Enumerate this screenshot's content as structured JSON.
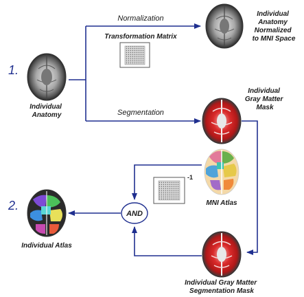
{
  "steps": {
    "one": "1.",
    "two": "2."
  },
  "labels": {
    "normalization": "Normalization",
    "transformation_matrix": "Transformation Matrix",
    "segmentation": "Segmentation",
    "individual_anatomy": [
      "Individual",
      "Anatomy"
    ],
    "normalized_anatomy": [
      "Individual",
      "Anatomy",
      "Normalized",
      "to MNI Space"
    ],
    "gm_mask": [
      "Individual",
      "Gray Matter",
      "Mask"
    ],
    "mni_atlas": "MNI Atlas",
    "and_node": "AND",
    "inverse_exponent": "-1",
    "individual_atlas": "Individual Atlas",
    "gm_seg_mask": [
      "Individual Gray Matter",
      "Segmentation Mask"
    ]
  },
  "colors": {
    "arrow": "#1f2f8f",
    "step_number": "#1f2f8f",
    "gray_matter": "#cc2222",
    "brain_gray": "#9a9a9a"
  },
  "icons": {
    "anatomy": "brain-mri-icon",
    "normalized": "brain-mri-normalized-icon",
    "gm_mask": "brain-gray-matter-mask-icon",
    "mni_atlas": "brain-atlas-icon",
    "individual_atlas": "brain-individual-atlas-icon",
    "matrix": "transformation-matrix-icon"
  }
}
